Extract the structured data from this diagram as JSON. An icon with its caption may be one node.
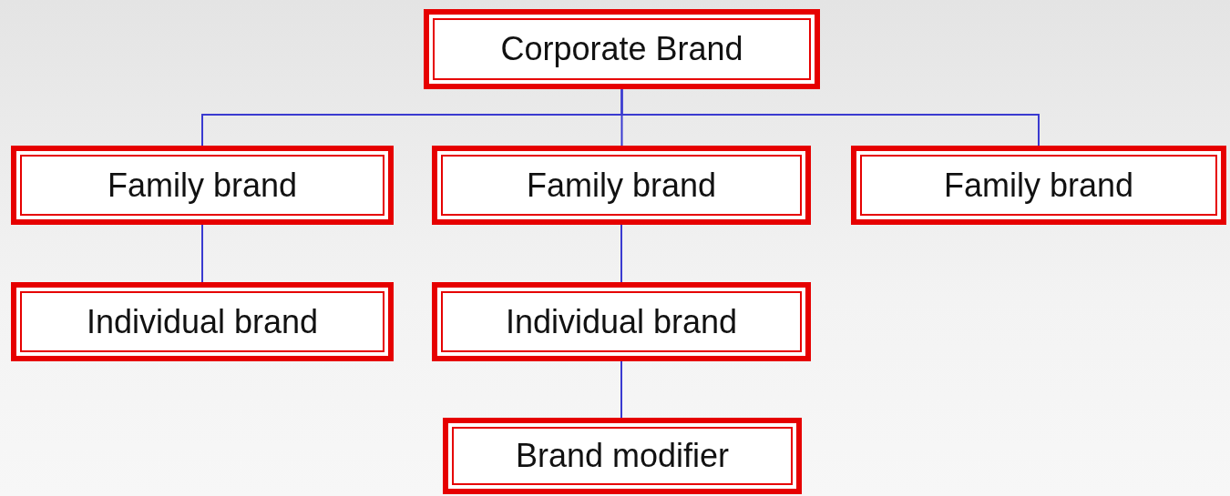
{
  "diagram": {
    "nodes": [
      {
        "text": [
          "Corporate Brand"
        ]
      },
      {
        "text": [
          "Family brand"
        ]
      },
      {
        "text": [
          "Family brand"
        ]
      },
      {
        "text": [
          "Family brand"
        ]
      },
      {
        "text": [
          "Individual brand"
        ]
      },
      {
        "text": [
          "Individual brand"
        ]
      },
      {
        "text": [
          "Brand modifier"
        ]
      }
    ],
    "edges": [
      {
        "from": 0,
        "to": 1,
        "arrow": "none"
      },
      {
        "from": 0,
        "to": 2,
        "arrow": "none"
      },
      {
        "from": 0,
        "to": 3,
        "arrow": "none"
      },
      {
        "from": 1,
        "to": 4,
        "arrow": "none"
      },
      {
        "from": 2,
        "to": 5,
        "arrow": "none"
      },
      {
        "from": 5,
        "to": 6,
        "arrow": "none"
      }
    ]
  }
}
